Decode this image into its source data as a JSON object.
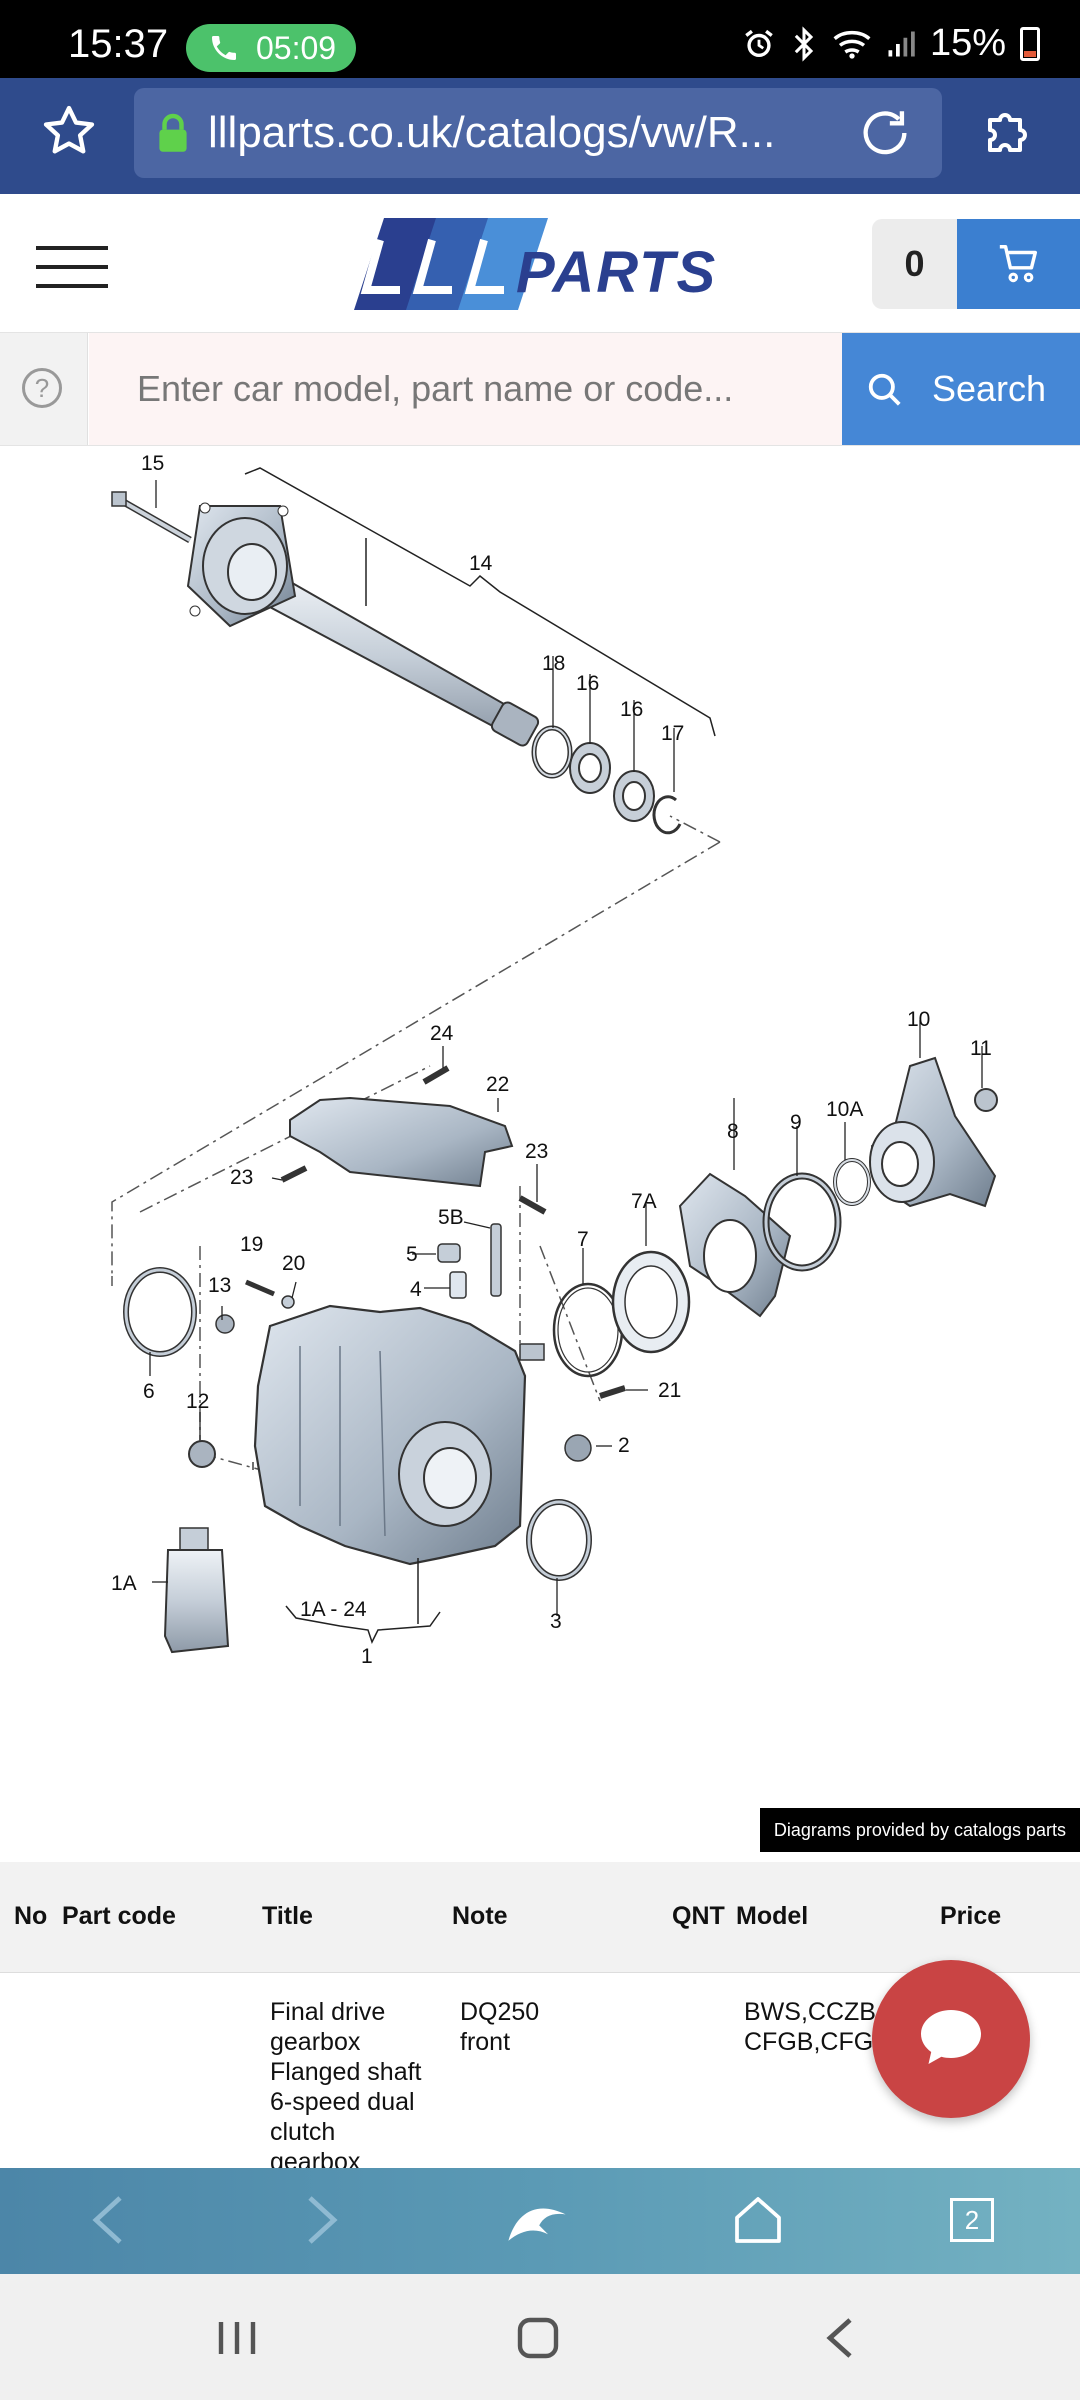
{
  "status": {
    "time": "15:37",
    "call_timer": "05:09",
    "battery": "15%"
  },
  "browser": {
    "url": "lllparts.co.uk/catalogs/vw/R..."
  },
  "header": {
    "cart_count": "0",
    "logo_text": "LLLPARTS"
  },
  "search": {
    "placeholder": "Enter car model, part name or code...",
    "button_label": "Search",
    "help": "?"
  },
  "diagram": {
    "credit": "Diagrams provided by catalogs parts",
    "labels": {
      "l15": "15",
      "l14": "14",
      "l18": "18",
      "l16a": "16",
      "l16b": "16",
      "l17": "17",
      "l24": "24",
      "l22": "22",
      "l23a": "23",
      "l23b": "23",
      "l10": "10",
      "l11": "11",
      "l10a": "10A",
      "l9": "9",
      "l8": "8",
      "l7a": "7A",
      "l5b": "5B",
      "l5": "5",
      "l4": "4",
      "l7": "7",
      "l19": "19",
      "l20": "20",
      "l13": "13",
      "l6": "6",
      "l12": "12",
      "l21": "21",
      "l2": "2",
      "l1a": "1A",
      "l1a24": "1A - 24",
      "l1": "1",
      "l3": "3"
    }
  },
  "table": {
    "headers": {
      "no": "No",
      "part_code": "Part code",
      "title": "Title",
      "note": "Note",
      "qnt": "QNT",
      "model": "Model",
      "price": "Price"
    },
    "rows": [
      {
        "title": [
          "Final drive",
          "gearbox",
          "Flanged shaft",
          "6-speed dual",
          "clutch",
          "gearbox"
        ],
        "note": [
          "DQ250",
          "front"
        ],
        "model": [
          "BWS,CCZB,",
          "CFGB,CFGC"
        ]
      }
    ]
  },
  "bottom_bar": {
    "tabs_count": "2"
  },
  "colors": {
    "browser_bar": "#2f4b8c",
    "search_button": "#4587d6",
    "cart_button": "#3b7fd0",
    "chat_button": "#c94444",
    "call_pill": "#4cc26b"
  }
}
